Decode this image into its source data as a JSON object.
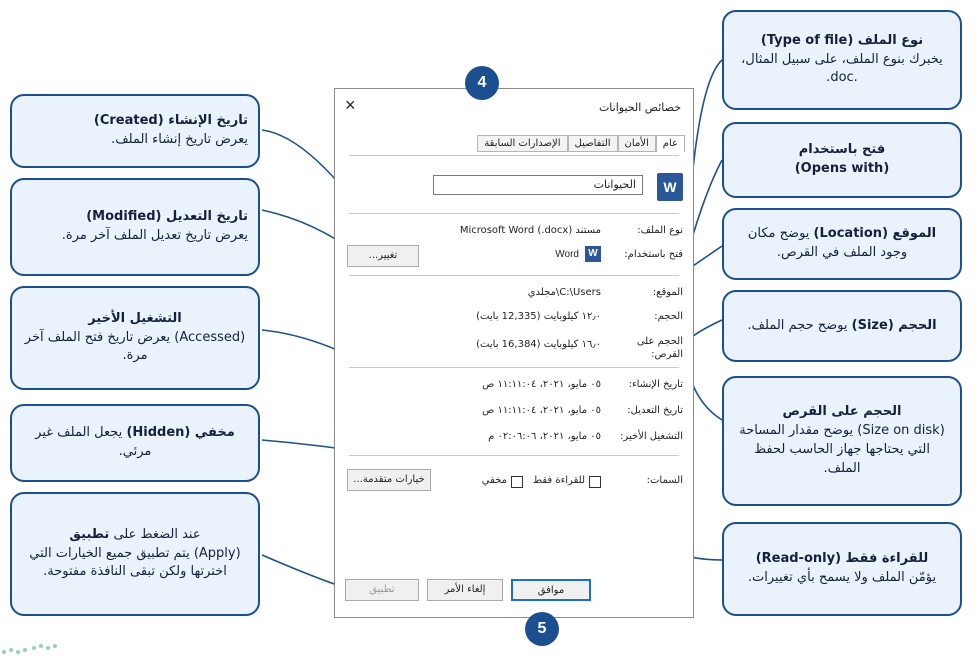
{
  "badges": {
    "top": "4",
    "bottom": "5"
  },
  "callouts": {
    "type_of_file": {
      "title": "نوع الملف (Type of file)",
      "body": "يخبرك بنوع الملف، على سبيل المثال، .doc."
    },
    "opens_with": {
      "title": "فتح باستخدام",
      "body": "(Opens with)"
    },
    "location": {
      "title": "الموقع (Location)",
      "body_rest": "يوضح مكان وجود الملف في القرص."
    },
    "size": {
      "title": "الحجم (Size)",
      "body_rest": "يوضح حجم الملف."
    },
    "size_on_disk": {
      "title": "الحجم على القرص",
      "body": "(Size on disk) يوضح مقدار المساحة التي يحتاجها جهاز الحاسب لحفظ الملف."
    },
    "read_only": {
      "title": "للقراءة فقط (Read-only)",
      "body": "يؤمّن الملف ولا يسمح بأي تغييرات."
    },
    "created": {
      "title": "تاريخ الإنشاء (Created)",
      "body": "يعرض تاريخ إنشاء الملف."
    },
    "modified": {
      "title": "تاريخ التعديل (Modified)",
      "body": "يعرض تاريخ تعديل الملف آخر مرة."
    },
    "accessed": {
      "title": "التشغيل الأخير",
      "body": "(Accessed) يعرض تاريخ فتح الملف آخر مرة."
    },
    "hidden": {
      "title": "مخفي (Hidden)",
      "body_rest": "يجعل الملف غير مرئي."
    },
    "apply": {
      "line1": "عند الضغط على",
      "title": "تطبيق",
      "body": "(Apply) يتم تطبيق جميع الخيارات التي اخترتها ولكن تبقى النافذة مفتوحة."
    }
  },
  "dialog": {
    "title": "خصائص الحيوانات",
    "close_icon": "×",
    "tabs": [
      "عام",
      "الأمان",
      "التفاصيل",
      "الإصدارات السابقة"
    ],
    "filename": "الحيوانات",
    "type_label": "نوع الملف:",
    "type_value": "مستند Microsoft Word (.docx)",
    "opens_label": "فتح باستخدام:",
    "opens_value": "Word",
    "change_button": "تغيير...",
    "location_label": "الموقع:",
    "location_value": "C:\\Users\\مجلدي",
    "size_label": "الحجم:",
    "size_value": "١٢٫٠ كيلوبايت (12,335 بايت)",
    "size_on_disk_label": "الحجم على القرص:",
    "size_on_disk_value": "١٦٫٠ كيلوبايت (16,384 بايت)",
    "created_label": "تاريخ الإنشاء:",
    "created_value": "٠٥ مايو، ٢٠٢١، ١١:١١:٠٤ ص",
    "modified_label": "تاريخ التعديل:",
    "modified_value": "٠٥ مايو، ٢٠٢١، ١١:١١:٠٤ ص",
    "accessed_label": "التشغيل الأخير:",
    "accessed_value": "٠٥ مايو، ٢٠٢١، ٠٢:٠٦:٠٦ م",
    "attributes_label": "السمات:",
    "readonly_label": "للقراءة فقط",
    "hidden_label": "مخفي",
    "advanced_button": "خيارات متقدمة...",
    "ok_button": "موافق",
    "cancel_button": "إلغاء الأمر",
    "apply_button": "تطبيق"
  },
  "colors": {
    "accent": "#1c4f8f",
    "callout_fill": "#eaf3fb"
  }
}
